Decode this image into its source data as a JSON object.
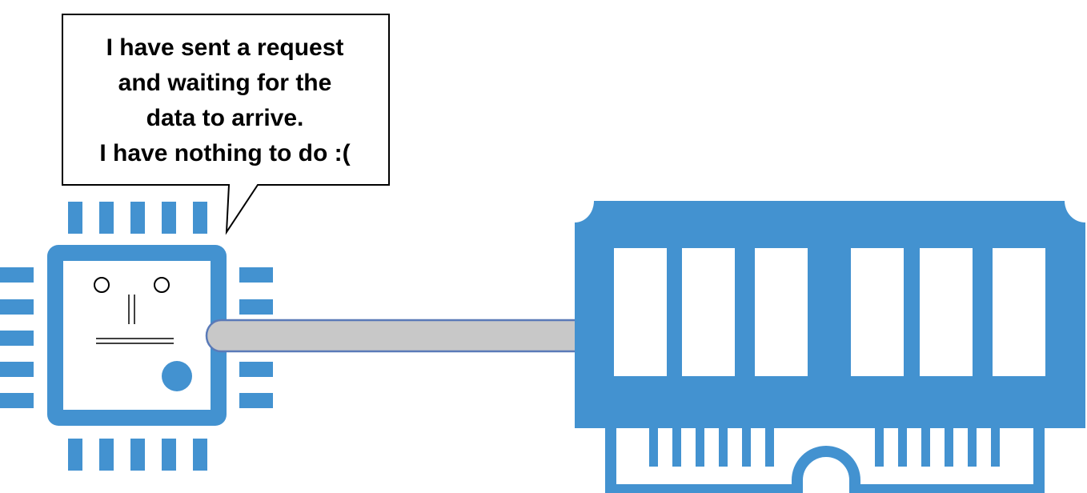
{
  "speech_bubble": {
    "lines": [
      "I have sent a request",
      "and waiting for the",
      "data to arrive.",
      "I have nothing to do :("
    ]
  },
  "colors": {
    "chip_blue": "#4392d0",
    "bus_fill": "#c8c8c8",
    "bus_stroke": "#5a7ab8",
    "outline": "#000000",
    "background": "#ffffff"
  },
  "icons": {
    "cpu": "cpu-chip-icon",
    "memory": "ram-module-icon",
    "face": "neutral-face-icon"
  }
}
